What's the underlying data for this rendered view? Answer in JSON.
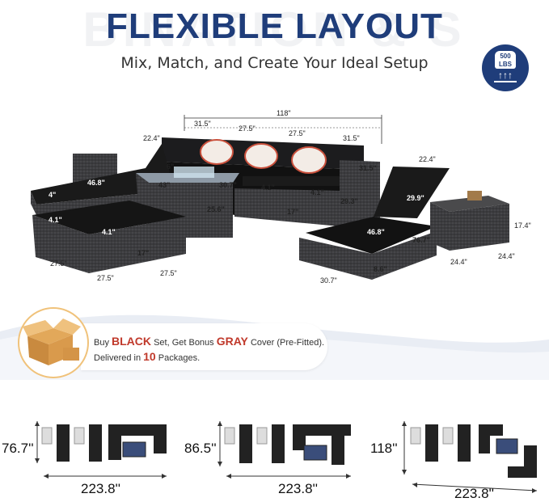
{
  "header": {
    "watermark": "BINATION & S",
    "title": "FLEXIBLE LAYOUT",
    "subtitle": "Mix, Match, and Create Your Ideal Setup"
  },
  "badge": {
    "weight_value": "500",
    "weight_unit": "LBS",
    "icon": "weight-capacity-icon"
  },
  "dimensions": {
    "total_width": "118\"",
    "back_31_5_a": "31.5\"",
    "back_27_5_a": "27.5\"",
    "back_27_5_b": "27.5\"",
    "back_31_5_b": "31.5\"",
    "left_depth": "22.4\"",
    "right_depth": "22.4\"",
    "left_back_height": "29.9\"",
    "left_seat_length": "46.8\"",
    "left_seat_cushion": "4\"",
    "fire_table_6": "6\"",
    "fire_table_43": "43\"",
    "fire_table_30_7": "30.7\"",
    "fire_table_25_6": "25.6\"",
    "sofa_seat_a": "4.1\"",
    "sofa_seat_b": "4.1\"",
    "sofa_depth": "31.5\"",
    "sofa_height": "29.3\"",
    "sofa_seat_height": "17\"",
    "ottoman_cushion_a": "4.1\"",
    "ottoman_cushion_b": "4.1\"",
    "ottoman_height": "17\"",
    "ottoman_w_a": "27.5\"",
    "ottoman_w_b": "27.5\"",
    "ottoman_w_c": "27.5\"",
    "lounger_back": "29.9\"",
    "lounger_len": "46.8\"",
    "lounger_full": "76.7\"",
    "lounger_height": "8.6\"",
    "lounger_width": "30.7\"",
    "side_table_h": "17.4\"",
    "side_table_w": "24.4\"",
    "side_table_d": "24.4\""
  },
  "promo": {
    "line1_pre": "Buy ",
    "line1_black": "BLACK",
    "line1_mid": " Set, Get Bonus ",
    "line1_gray": "GRAY",
    "line1_post": " Cover (Pre-Fitted).",
    "line2_pre": "Delivered in ",
    "line2_num": "10",
    "line2_post": " Packages.",
    "icon": "package-box-icon"
  },
  "layouts": [
    {
      "height": "76.7''",
      "width": "223.8''"
    },
    {
      "height": "86.5''",
      "width": "223.8''"
    },
    {
      "height": "118''",
      "width": "223.8''"
    }
  ],
  "colors": {
    "title": "#1f3d7a",
    "accent_red": "#c0392b",
    "wicker": "#3a3a3c",
    "cushion": "#1b1b1b"
  }
}
